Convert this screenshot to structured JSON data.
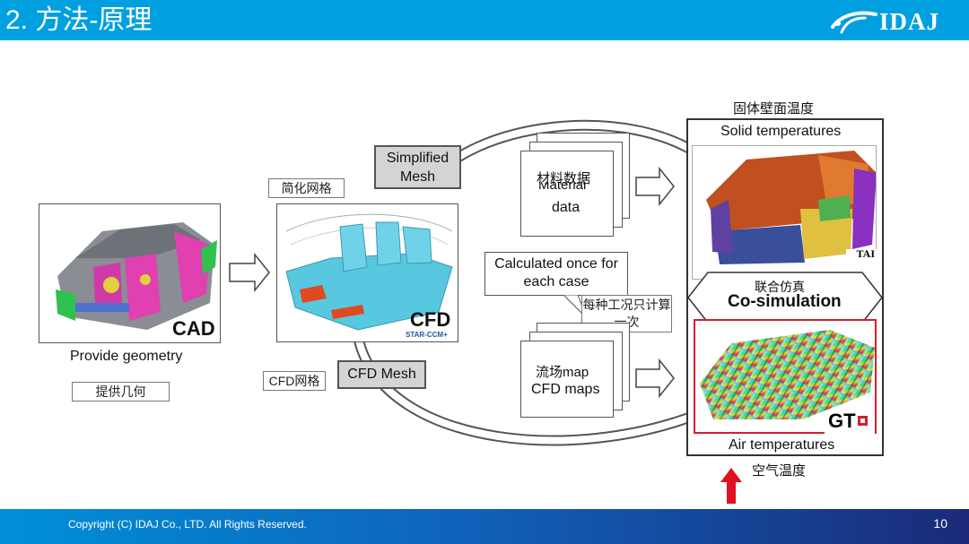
{
  "header": {
    "title": "2. 方法-原理",
    "logo_text": "IDAJ"
  },
  "footer": {
    "copyright": "Copyright (C)  IDAJ Co., LTD. All Rights Reserved.",
    "page_number": "10"
  },
  "cad": {
    "big_label": "CAD",
    "caption": "Provide geometry",
    "cn_label": "提供几何"
  },
  "cfd": {
    "big_label": "CFD",
    "sub_label": "STAR-CCM+",
    "cn_label_top": "简化网格",
    "cn_label_bottom": "CFD网格"
  },
  "tags": {
    "simplified_mesh": "Simplified\nMesh",
    "cfd_mesh": "CFD Mesh"
  },
  "calculated": {
    "text": "Calculated once for each case",
    "cn_label": "每种工况只计算一次"
  },
  "material": {
    "cn_label": "材料数据",
    "text_line1": "Material",
    "text_line2": "data"
  },
  "flow": {
    "cn_label": "流场map",
    "text": "CFD maps"
  },
  "right_panel": {
    "cn_top": "固体壁面温度",
    "solid_label": "Solid temperatures",
    "cosim_cn": "联合仿真",
    "cosim_label": "Co-simulation",
    "tai_label": "TAI",
    "gt_label": "GT",
    "air_label": "Air temperatures",
    "cn_bottom": "空气温度"
  },
  "colors": {
    "header": "#00a0e0",
    "footer_end": "#1a2a78",
    "accent_red": "#e01020",
    "cfd_cyan": "#58c8e0"
  }
}
